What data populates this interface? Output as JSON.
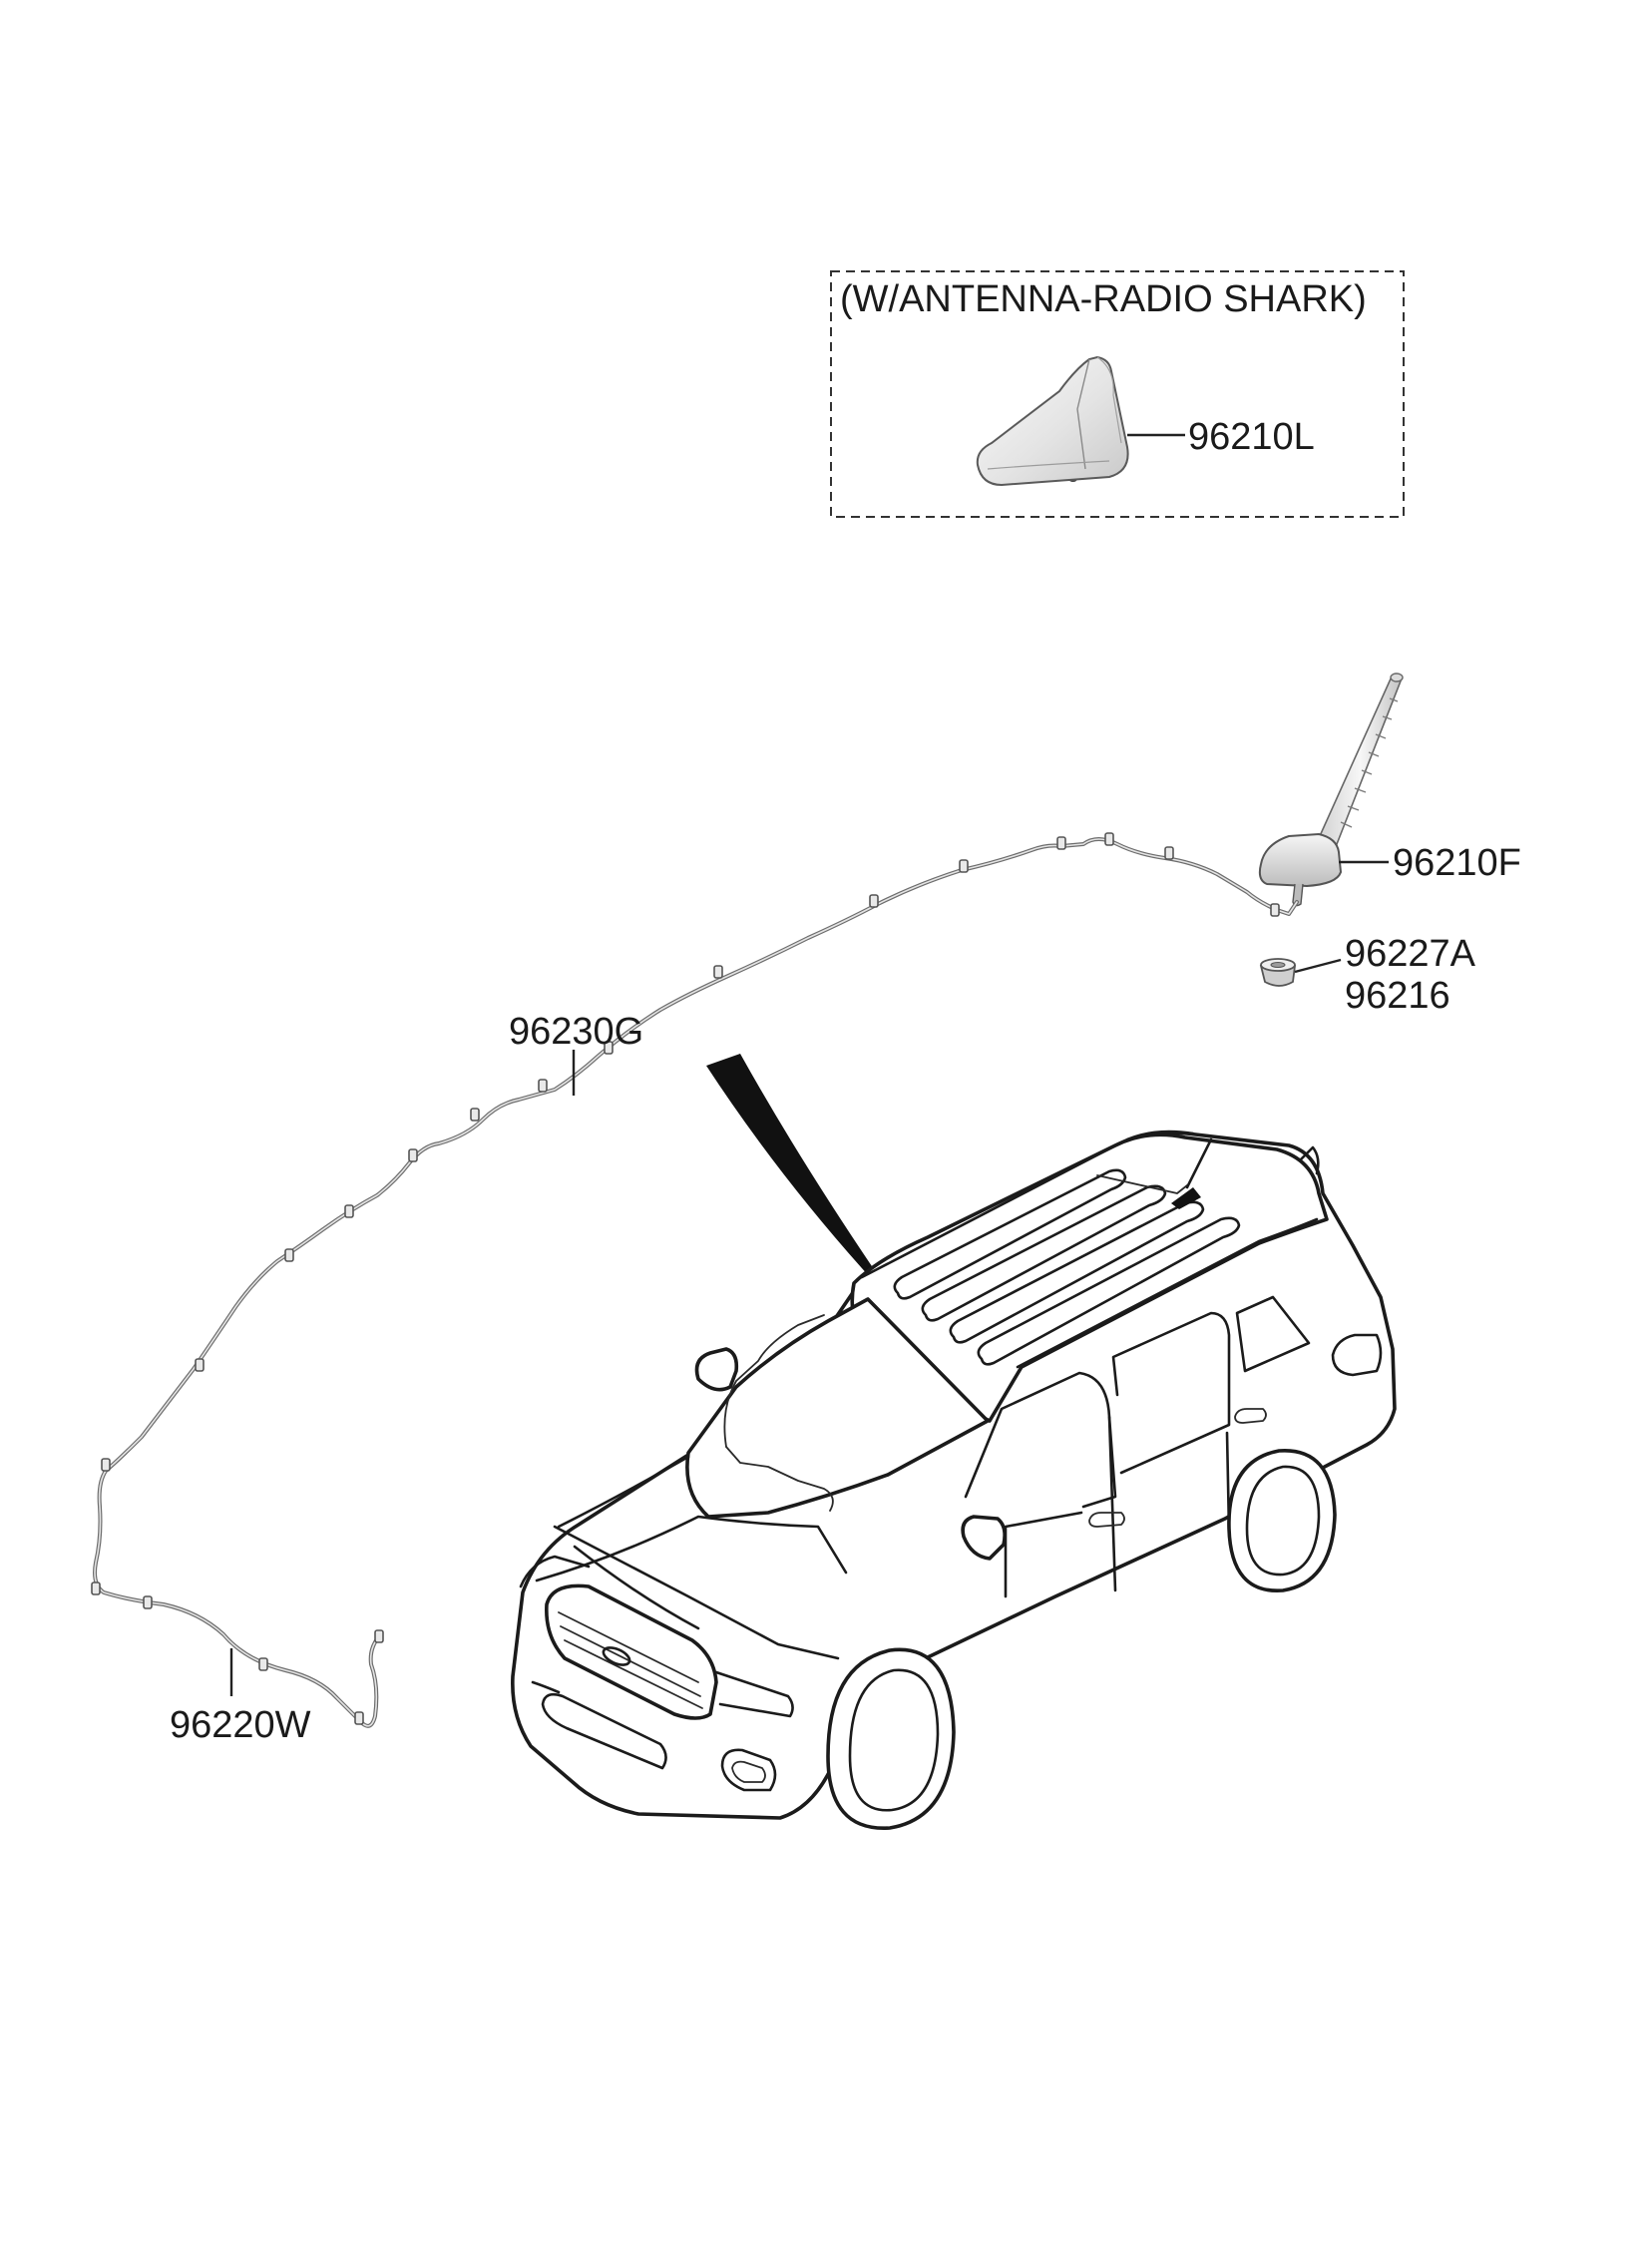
{
  "option_box": {
    "title": "(W/ANTENNA-RADIO SHARK)"
  },
  "parts": {
    "shark_antenna": "96210L",
    "pole_antenna": "96210F",
    "nut_a": "96227A",
    "nut_b": "96216",
    "feeder_cable": "96230G",
    "extension_cable": "96220W"
  },
  "colors": {
    "line": "#1b1b1b",
    "part_fill": "#e6e6e6",
    "cable": "#6d6d6d",
    "background": "#ffffff"
  }
}
